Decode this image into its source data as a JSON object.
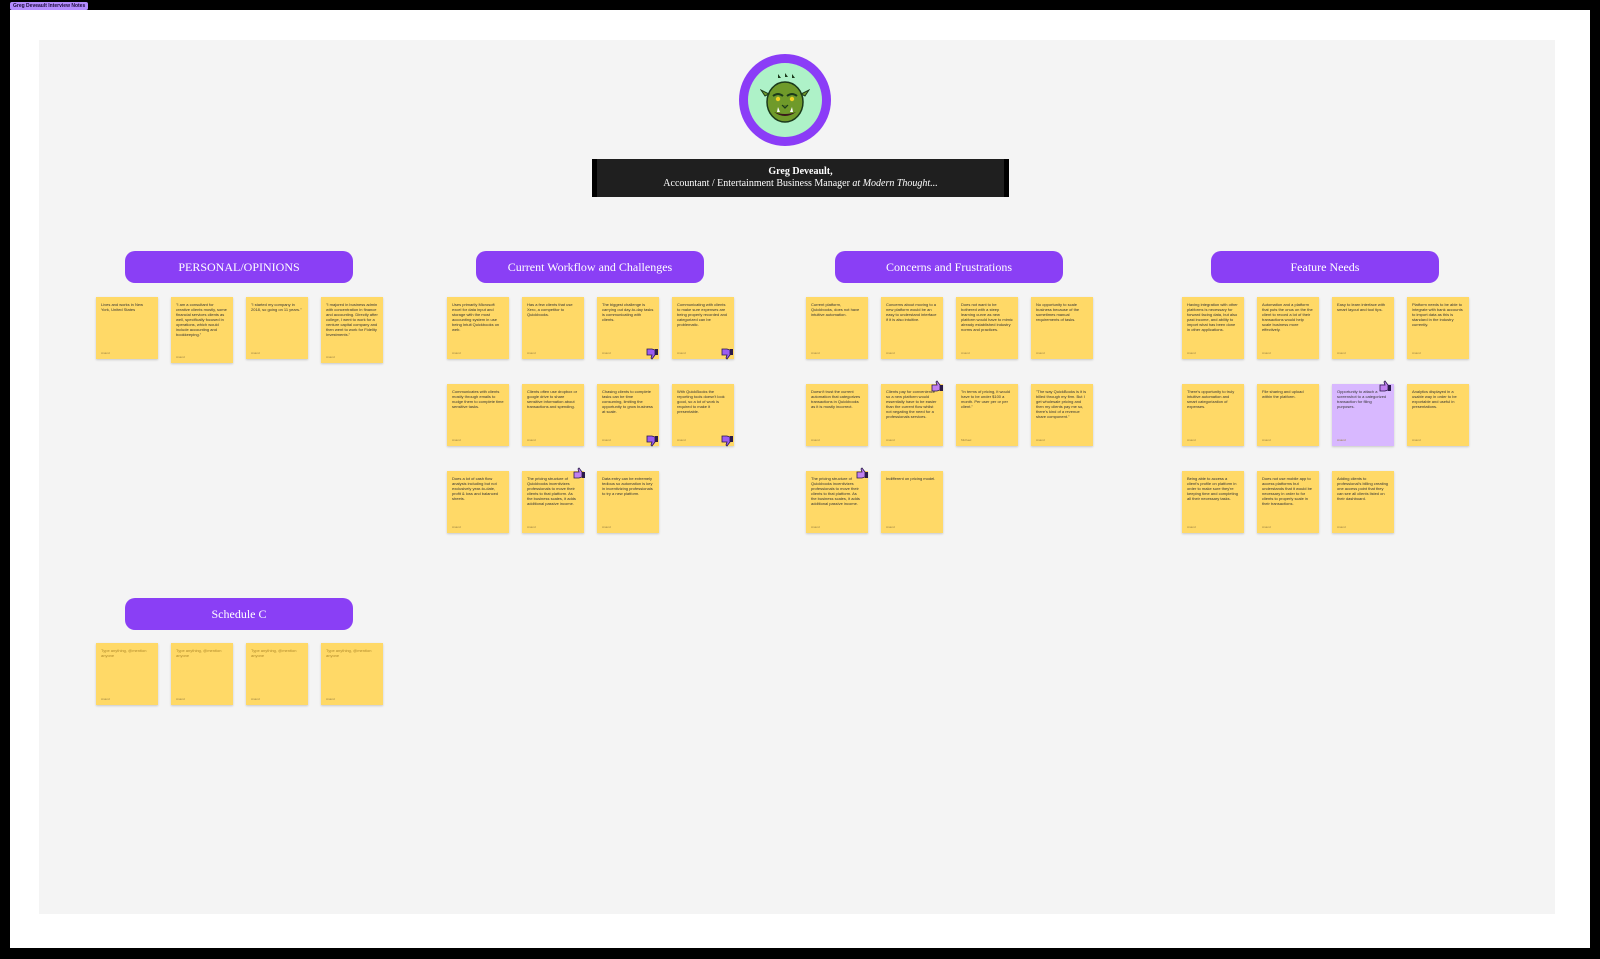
{
  "frame": {
    "title": "Greg Deveault Interview Notes"
  },
  "header": {
    "name": "Greg Deveault,",
    "role": "Accountant / Entertainment Business Manager",
    "company": "at Modern Thought..."
  },
  "sections": [
    {
      "title": "PERSONAL/OPINIONS"
    },
    {
      "title": "Current Workflow and Challenges"
    },
    {
      "title": "Concerns and Frustrations"
    },
    {
      "title": "Feature Needs"
    },
    {
      "title": "Schedule C"
    }
  ],
  "notes": {
    "personal": [
      "Lives and works in New York, United States",
      "\"I am a consultant for creative clients mostly, some financial services clients as well, specifically focused in operations, which would include accounting and bookkeeping.\"",
      "\"I started my company in 2018, so going on 11 years.\"",
      "\"I majored in business admin with concentration in finance and accounting. Directly after college, I went to work for a venture capital company and then went to work for Fidelity Investments.\""
    ],
    "workflow": [
      "Uses primarily Microsoft excel for data input and storage with the most accounting system in use being Intuit Quickbooks on web.",
      "Has a few clients that use Xero, a competitor to Quickbooks.",
      "The biggest challenge is carrying out day-to-day tasks is communicating with clients.",
      "Communicating with clients to make sure expenses are being properly recorded and categorized can be problematic.",
      "Communicates with clients mostly through emails to nudge them to complete time sensitive tasks.",
      "Clients often use dropbox or google drive to share sensitive information about transactions and spending.",
      "Chasing clients to complete tasks can be time consuming, limiting the opportunity to grow business at scale.",
      "With QuickBooks the reporting tools doesn't look good, so a lot of work is required to make it presentable.",
      "Does a lot of cash flow analysis including but not exclusively year-to-date, profit & loss and balanced sheets.",
      "The pricing structure of Quickbooks incentivizes professionals to move their clients to that platform. As the business scales, it adds additional passive income.",
      "Data entry can be extremely tedious so automation is key in incentivizing professionals to try a new platform."
    ],
    "concerns": [
      "Current platform, Quickbooks, does not have intuitive automation.",
      "Concerns about moving to a new platform would be an easy to understand interface if it is also intuitive.",
      "Does not want to be bothered with a steep learning curve as new platform would have to mimic already established industry norms and practices.",
      "No opportunity to scale business because of the sometimes manual requirements of tasks.",
      "Doesn't trust the current automation that categorizes transactions in Quickbooks as it is mostly incorrect.",
      "Clients pay for convenience so a new platform would essentially have to be easier than the current flow whilst not negating the need for a professionals services.",
      "\"In terms of pricing, it would have to be under $100 a month. Per user per or per client.\"",
      "\"The way QuickBooks is it is billed through my firm. But I get wholesale pricing and then my clients pay me so, there's kind of a revenue share component.\"",
      "The pricing structure of Quickbooks incentivizes professionals to move their clients to that platform. As the business scales, it adds additional passive income.",
      "Indifferent on pricing model."
    ],
    "features": [
      "Having integration with other platforms is necessary for forward facing data, but also past income, and ability to import what has been done in other applications.",
      "Automation and a platform that puts the onus on the the client to record a lot of their transactions would help scale business more effectively.",
      "Easy to learn interface with smart layout and tool tips.",
      "Platform needs to be able to integrate with bank accounts to import data as this is standard in the industry currently.",
      "There's opportunity to truly intuitive automation and smart categorization of expenses.",
      "File sharing and upload within the platform.",
      "Opportunity to attach a screenshot to a categorized transaction for filing purposes.",
      "Analytics displayed in a usable way in order to be exportable and useful in presentations.",
      "Being able to access a client's profile on platform in order to make sure they're keeping time and completing all their necessary tasks.",
      "Does not use mobile app to access platforms but understands that it would be necessary in order to for clients to properly scale in their transactions.",
      "Adding clients to professional's billing creating one access point that they can see all clients listed on their dashboard."
    ],
    "schedule": [
      "Type anything, @mention anyone",
      "Type anything, @mention anyone",
      "Type anything, @mention anyone",
      "Type anything, @mention anyone"
    ],
    "author": "Anand",
    "author_alt": "Michael"
  },
  "colors": {
    "accent": "#8a3ff5",
    "note": "#ffd967",
    "note_purple": "#d8b8ff",
    "avatar_bg": "#aef2c8"
  },
  "icons": {
    "avatar": "orc-avatar-icon",
    "dislike": "thumbs-down-sticker-icon",
    "like": "thumbs-up-sticker-icon"
  }
}
